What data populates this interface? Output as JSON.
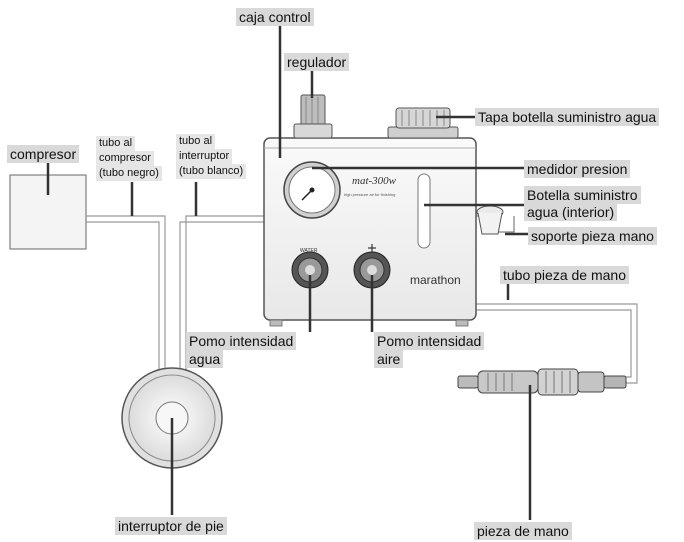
{
  "labels": {
    "caja_control": "caja control",
    "regulador": "regulador",
    "tapa_botella": "Tapa botella suministro agua",
    "compresor": "compresor",
    "tubo_compresor_1": "tubo al",
    "tubo_compresor_2": "compresor",
    "tubo_compresor_3": "(tubo negro)",
    "tubo_interruptor_1": "tubo al",
    "tubo_interruptor_2": "interruptor",
    "tubo_interruptor_3": "(tubo blanco)",
    "medidor_presion": "medidor presion",
    "botella_1": "Botella suministro",
    "botella_2": "agua (interior)",
    "soporte_pieza": "soporte pieza mano",
    "tubo_pieza": "tubo pieza de mano",
    "pomo_agua_1": "Pomo intensidad",
    "pomo_agua_2": "agua",
    "pomo_aire_1": "Pomo intensidad",
    "pomo_aire_2": "aire",
    "interruptor_pie": "interruptor de pie",
    "pieza_mano": "pieza de mano"
  },
  "device": {
    "model": "mat-300w",
    "subtitle": "high pressure air for finishing",
    "brand": "marathon",
    "water_knob": "WATER"
  },
  "colors": {
    "label_bg": "#d9d9d9",
    "device_body": "#f2f2f2",
    "leader": "#333333"
  }
}
